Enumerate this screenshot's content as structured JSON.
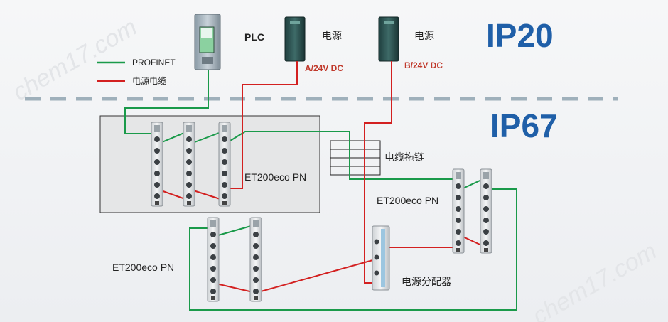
{
  "legend": {
    "profinet": {
      "label": "PROFINET",
      "color": "#1a9a4a"
    },
    "power_cable": {
      "label": "电源电缆",
      "color": "#d32020"
    }
  },
  "top": {
    "plc_label": "PLC",
    "psu_a_label": "电源",
    "psu_a_voltage": "A/24V DC",
    "psu_b_label": "电源",
    "psu_b_voltage": "B/24V DC",
    "ip20": "IP20"
  },
  "bottom": {
    "ip67": "IP67",
    "group1_label": "ET200eco PN",
    "group2_label": "ET200eco PN",
    "group3_label": "ET200eco PN",
    "cable_carrier_label": "电缆拖链",
    "power_distributor_label": "电源分配器"
  },
  "watermark": "chem17.com"
}
